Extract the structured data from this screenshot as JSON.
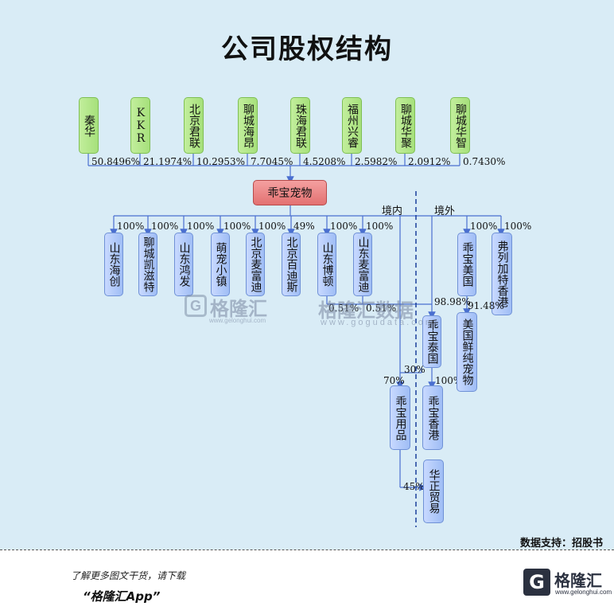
{
  "title": "公司股权结构",
  "shareholders": [
    {
      "name": "秦华",
      "pct": "50.8496%"
    },
    {
      "name": "KKR",
      "pct": "21.1974%"
    },
    {
      "name": "北京君联",
      "pct": "10.2953%"
    },
    {
      "name": "聊城海昂",
      "pct": "7.7045%"
    },
    {
      "name": "珠海君联",
      "pct": "4.5208%"
    },
    {
      "name": "福州兴睿",
      "pct": "2.5982%"
    },
    {
      "name": "聊城华聚",
      "pct": "2.0912%"
    },
    {
      "name": "聊城华智",
      "pct": "0.7430%"
    }
  ],
  "company": "乖宝宠物",
  "domestic_label": "境内",
  "overseas_label": "境外",
  "subsidiaries": [
    {
      "name": "山东海创",
      "pct": "100%"
    },
    {
      "name": "聊城凯滋特",
      "pct": "100%"
    },
    {
      "name": "山东鸿发",
      "pct": "100%"
    },
    {
      "name": "萌宠小镇",
      "pct": "100%"
    },
    {
      "name": "北京麦富迪",
      "pct": "100%"
    },
    {
      "name": "北京百迪斯",
      "pct": "49%"
    },
    {
      "name": "山东博顿",
      "pct": "100%"
    },
    {
      "name": "山东麦富迪",
      "pct": "100%"
    },
    {
      "name": "乖宝美国",
      "pct": "100%"
    },
    {
      "name": "弗列加特香港",
      "pct": "100%"
    }
  ],
  "extra_pcts": {
    "bodun_small": "0.51%",
    "maifudi_small": "0.51%",
    "taiguo": "98.98%",
    "xianchun": "91.48%",
    "yongpin_70": "70%",
    "yongpin_30": "30%",
    "hk_100": "100%",
    "trade_45": "45%"
  },
  "lower": {
    "taiguo": "乖宝泰国",
    "xianchun": "美国鲜纯宠物",
    "yongpin": "乖宝用品",
    "hk": "乖宝香港",
    "trade": "华正贸易"
  },
  "source": "数据支持：招股书",
  "watermark": {
    "brand": "格隆汇",
    "site": "www.gelonghui.com",
    "brand2": "格隆汇数据",
    "site2": "www.gogudata.com"
  },
  "footer": {
    "line1": "了解更多图文干货，请下载",
    "line2": "“格隆汇App”",
    "logo_text": "格隆汇",
    "logo_site": "www.gelonghui.com"
  }
}
